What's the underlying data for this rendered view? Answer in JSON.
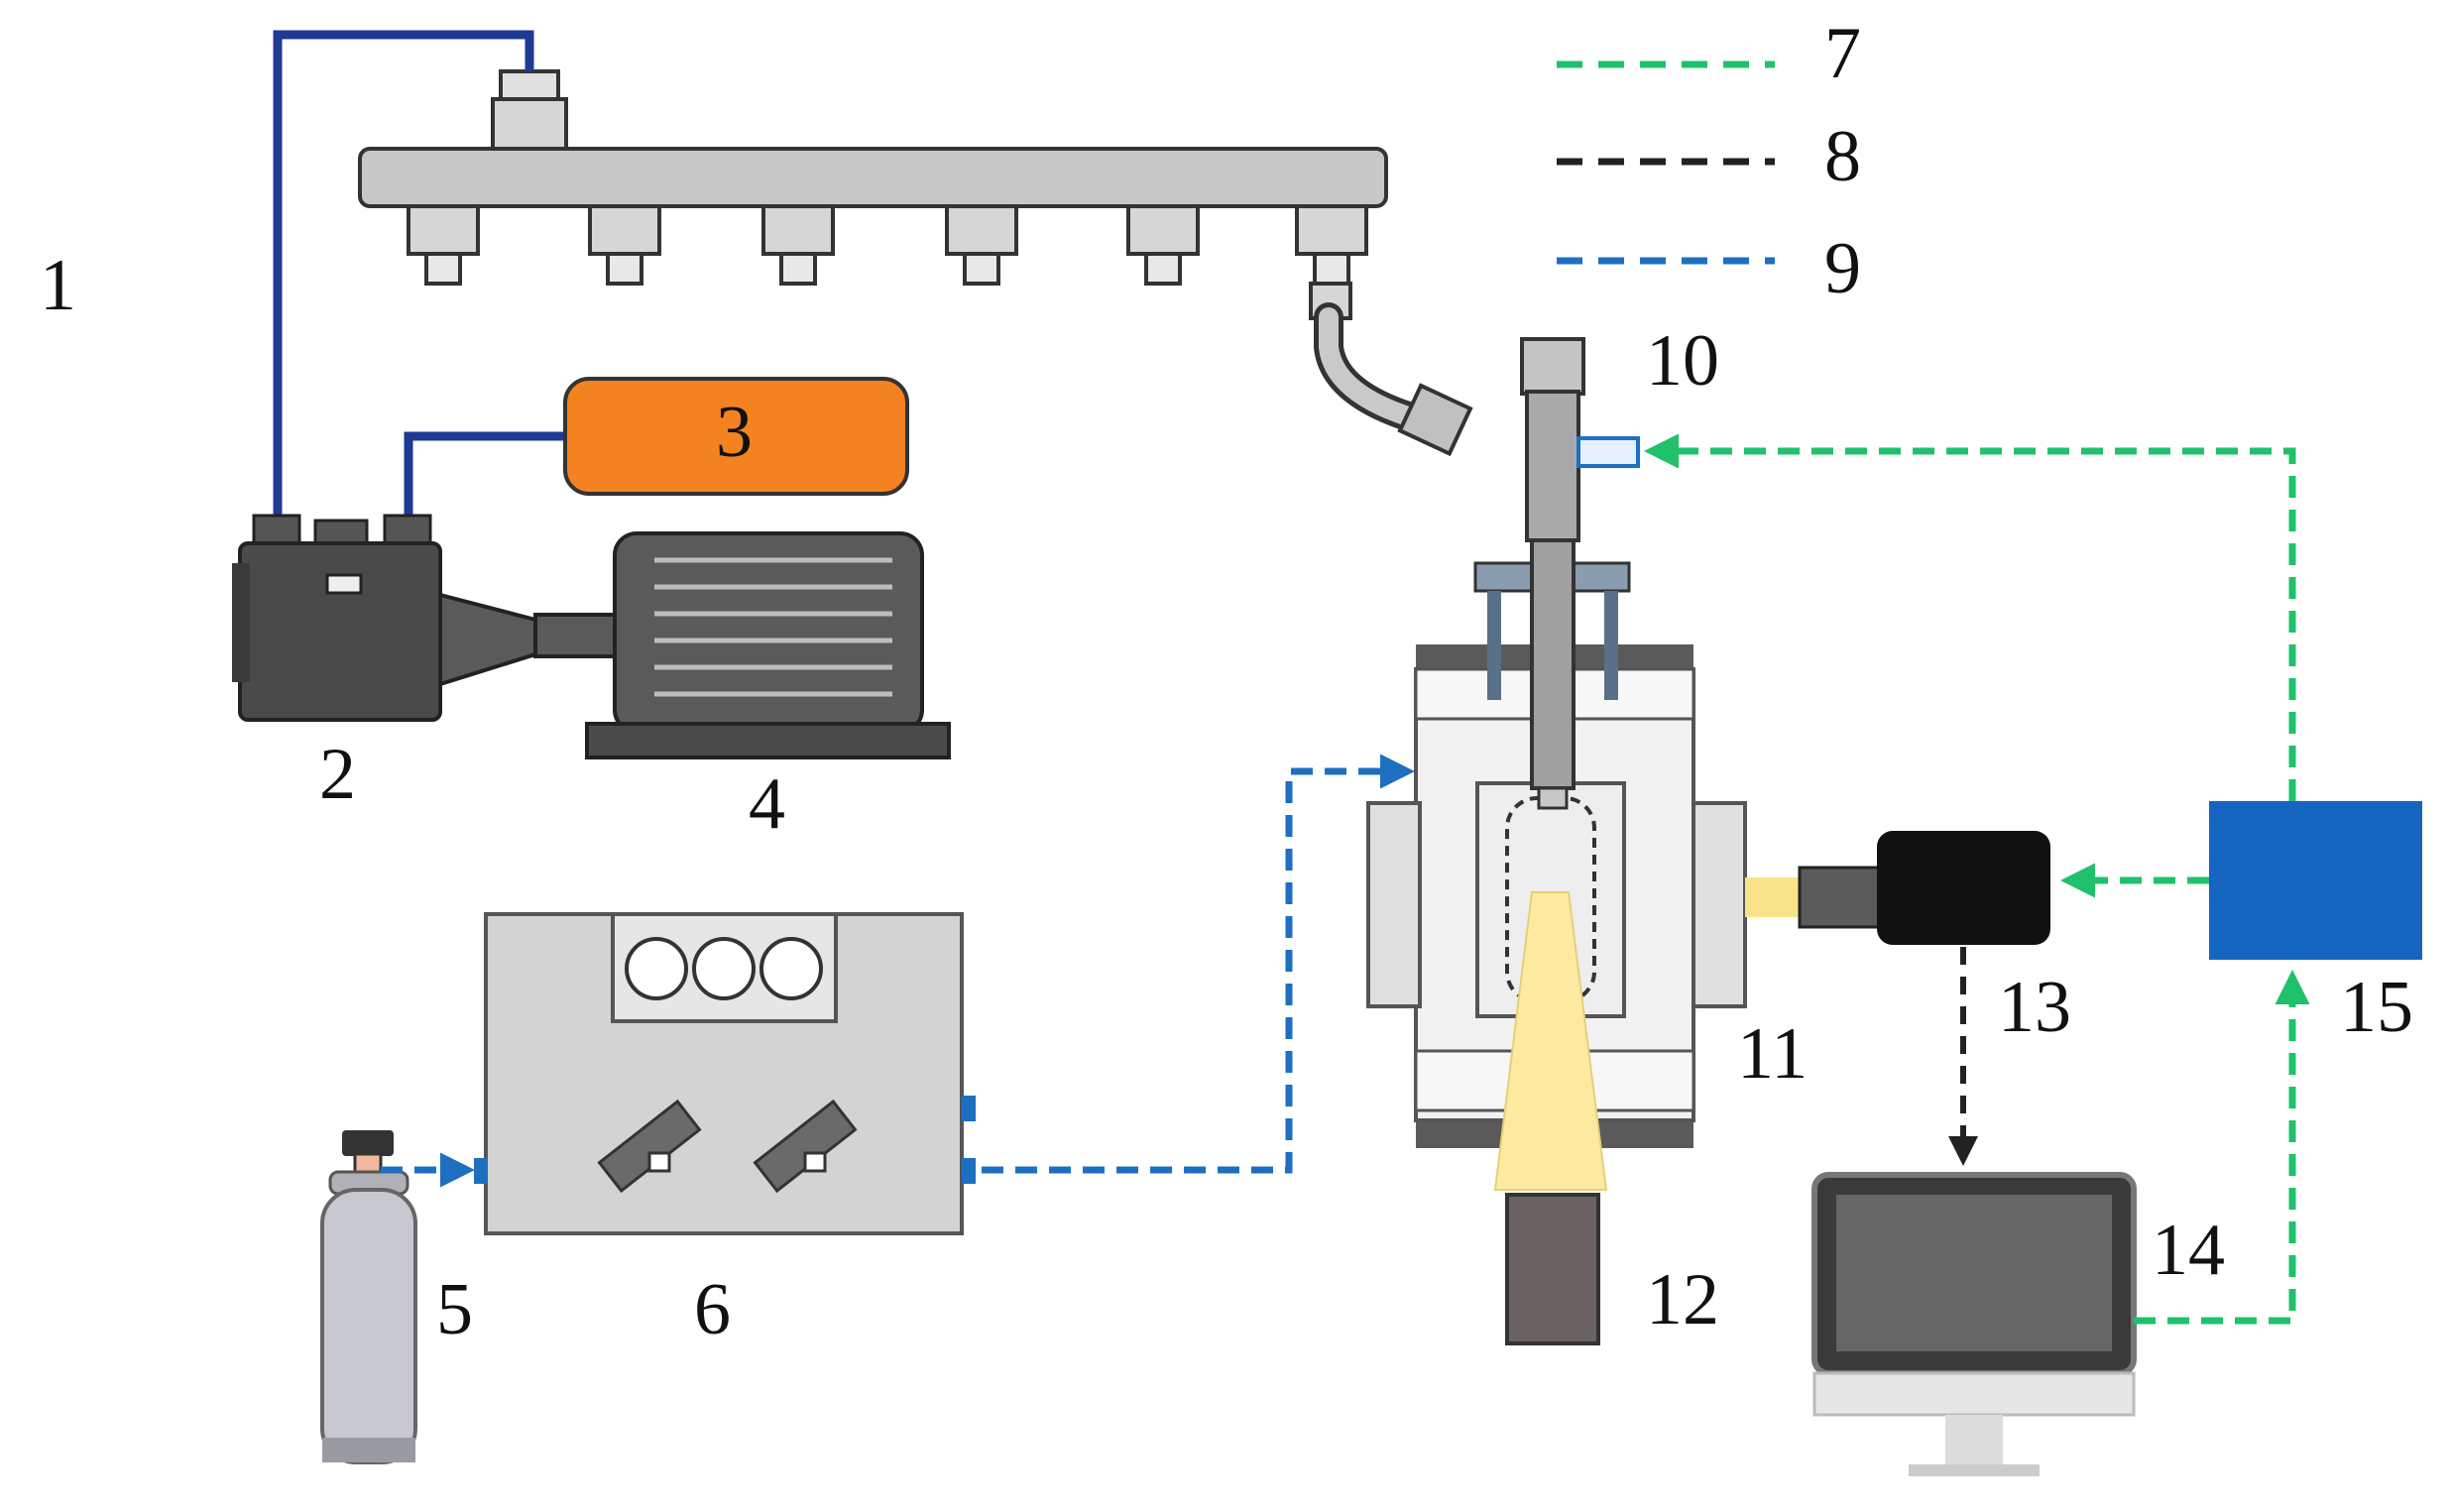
{
  "labels": {
    "n1": "1",
    "n2": "2",
    "n3": "3",
    "n4": "4",
    "n5": "5",
    "n6": "6",
    "n10": "10",
    "n11": "11",
    "n12": "12",
    "n13": "13",
    "n14": "14",
    "n15": "15"
  },
  "legend": [
    {
      "label": "7",
      "style": "green-dashed"
    },
    {
      "label": "8",
      "style": "black-dashed"
    },
    {
      "label": "9",
      "style": "blue-dashed"
    }
  ],
  "colors": {
    "fuel_line": "#1f3a93",
    "signal_line": "#1fc16b",
    "data_line": "#222222",
    "gas_line": "#1e6fc0",
    "tank": "#f58220",
    "controller": "#1565c0",
    "spray": "#fde9a0"
  }
}
